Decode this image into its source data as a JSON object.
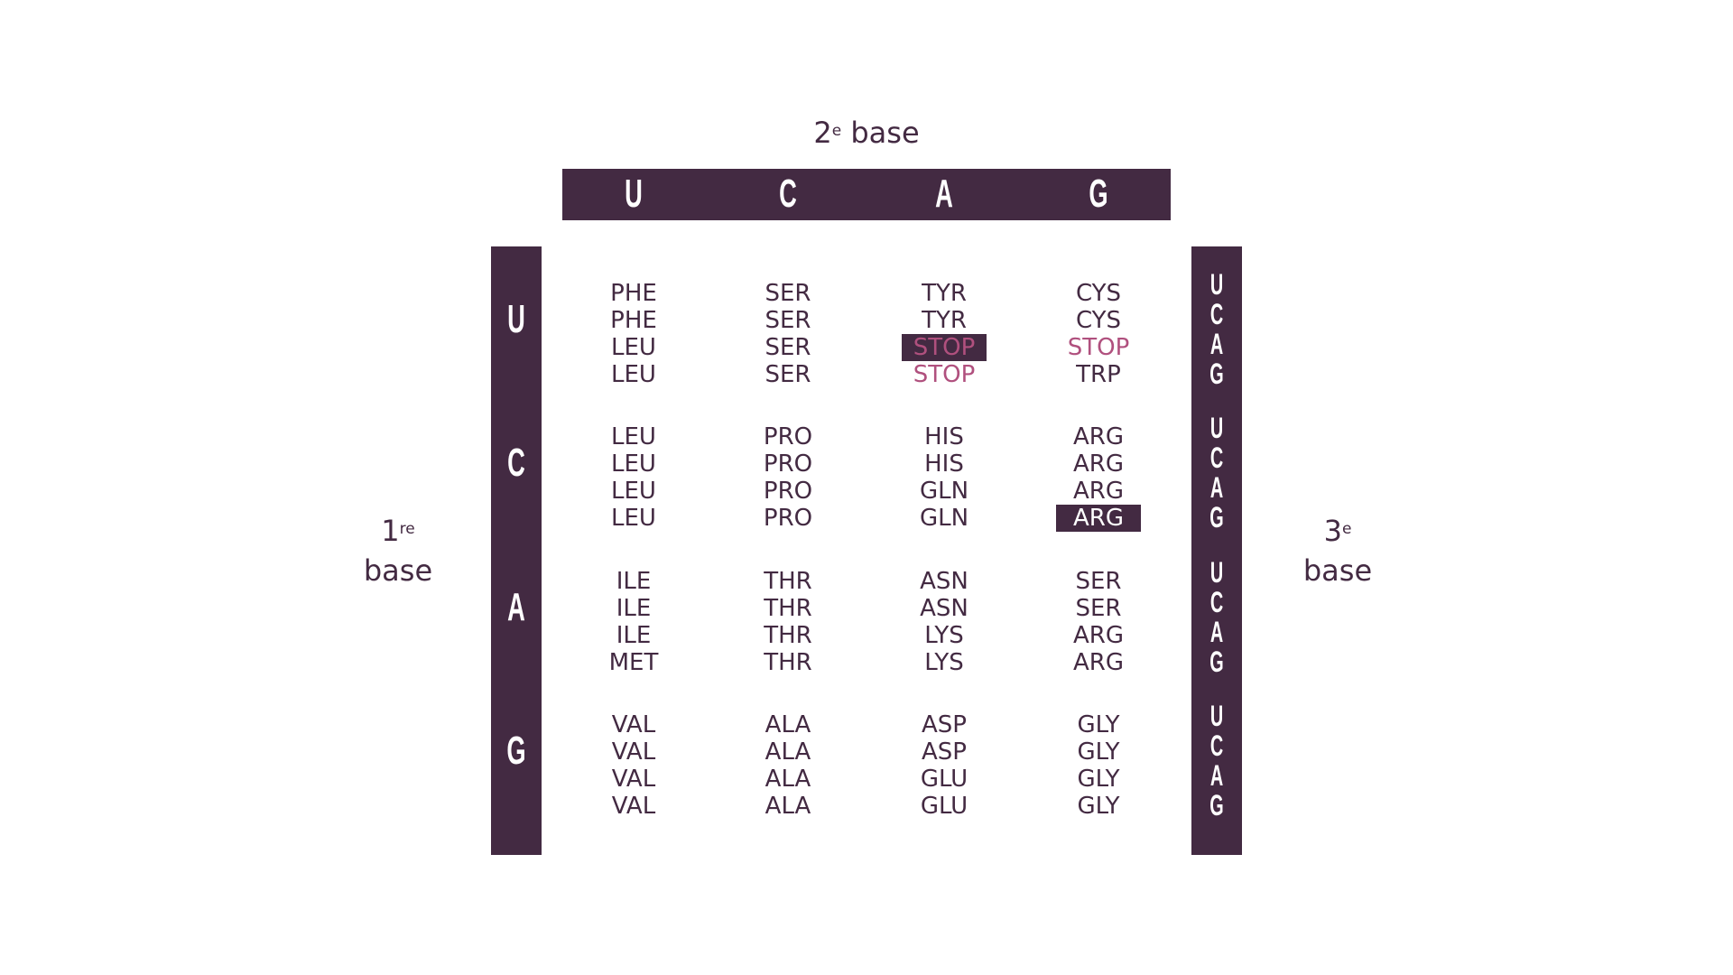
{
  "second_base": {
    "num": "2",
    "sup": "e",
    "word": "base"
  },
  "first_base": {
    "num": "1",
    "sup": "re",
    "word": "base"
  },
  "third_base": {
    "num": "3",
    "sup": "e",
    "word": "base"
  },
  "bases": [
    "U",
    "C",
    "A",
    "G"
  ],
  "colors": {
    "primary": "#432a42",
    "stop": "#b0507e"
  },
  "table": [
    [
      [
        "PHE",
        "PHE",
        "LEU",
        "LEU"
      ],
      [
        "SER",
        "SER",
        "SER",
        "SER"
      ],
      [
        "TYR",
        "TYR",
        "STOP",
        "STOP"
      ],
      [
        "CYS",
        "CYS",
        "STOP",
        "TRP"
      ]
    ],
    [
      [
        "LEU",
        "LEU",
        "LEU",
        "LEU"
      ],
      [
        "PRO",
        "PRO",
        "PRO",
        "PRO"
      ],
      [
        "HIS",
        "HIS",
        "GLN",
        "GLN"
      ],
      [
        "ARG",
        "ARG",
        "ARG",
        "ARG"
      ]
    ],
    [
      [
        "ILE",
        "ILE",
        "ILE",
        "MET"
      ],
      [
        "THR",
        "THR",
        "THR",
        "THR"
      ],
      [
        "ASN",
        "ASN",
        "LYS",
        "LYS"
      ],
      [
        "SER",
        "SER",
        "ARG",
        "ARG"
      ]
    ],
    [
      [
        "VAL",
        "VAL",
        "VAL",
        "VAL"
      ],
      [
        "ALA",
        "ALA",
        "ALA",
        "ALA"
      ],
      [
        "ASP",
        "ASP",
        "GLU",
        "GLU"
      ],
      [
        "GLY",
        "GLY",
        "GLY",
        "GLY"
      ]
    ]
  ],
  "highlighted": [
    "0-2-2",
    "1-3-3"
  ]
}
